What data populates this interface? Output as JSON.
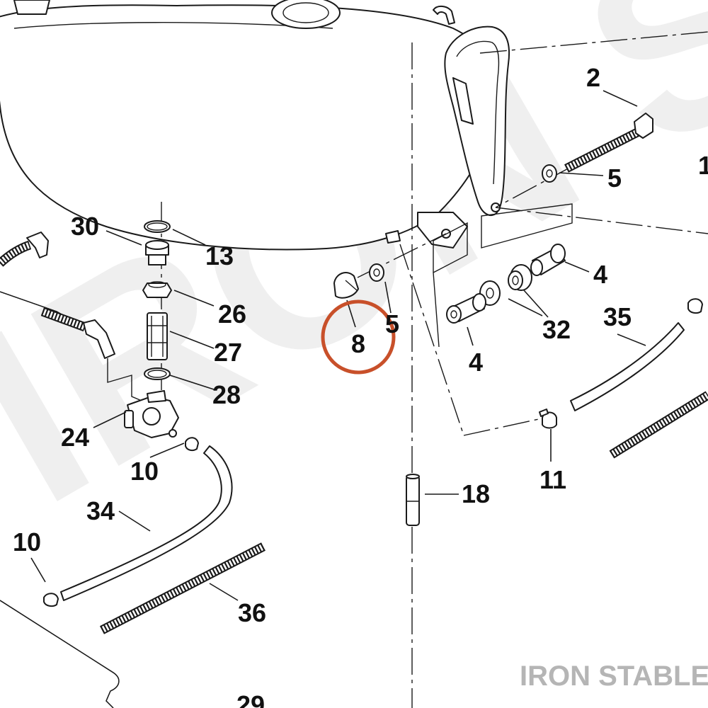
{
  "diagram": {
    "callouts": {
      "c2": "2",
      "c5a": "5",
      "c5b": "5",
      "c4a": "4",
      "c4b": "4",
      "c32": "32",
      "c35": "35",
      "c8": "8",
      "c11": "11",
      "c18": "18",
      "c30": "30",
      "c13": "13",
      "c26": "26",
      "c27": "27",
      "c28": "28",
      "c24": "24",
      "c10a": "10",
      "c10b": "10",
      "c34": "34",
      "c36": "36",
      "c1": "1",
      "c29": "29"
    },
    "watermark": "IRON STA",
    "brand": "IRON STABLE",
    "colors": {
      "highlight": "#c8502a",
      "brand": "#b5b5b5",
      "watermark": "#efefef",
      "line": "#1a1a1a"
    }
  }
}
